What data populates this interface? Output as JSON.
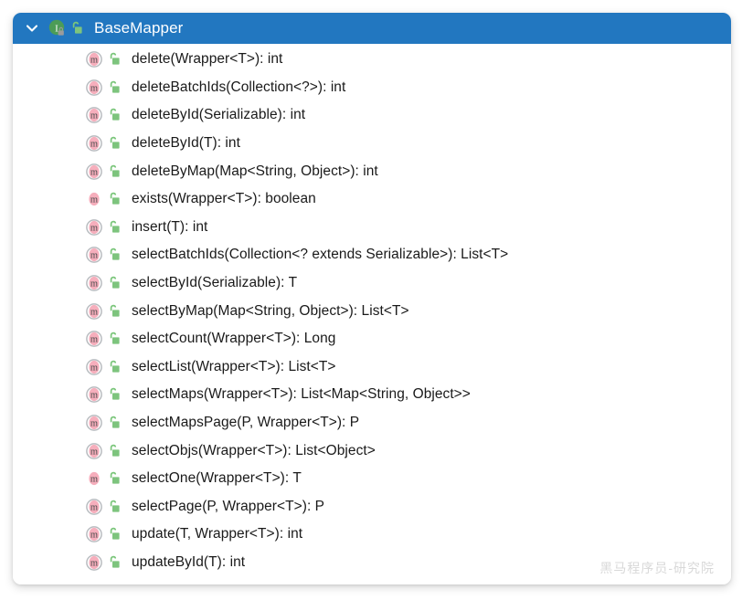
{
  "panel": {
    "header": {
      "title": "BaseMapper",
      "expand_icon": "chevron-down-icon",
      "type_icon": "interface-icon",
      "visibility_icon": "unlocked-padlock-icon",
      "background_color": "#2277c0",
      "text_color": "#ffffff"
    },
    "members": [
      {
        "icon": "method-icon",
        "modifier_icon": "unlocked-padlock-icon",
        "default": false,
        "signature": "delete(Wrapper<T>): int"
      },
      {
        "icon": "method-icon",
        "modifier_icon": "unlocked-padlock-icon",
        "default": false,
        "signature": "deleteBatchIds(Collection<?>): int"
      },
      {
        "icon": "method-icon",
        "modifier_icon": "unlocked-padlock-icon",
        "default": false,
        "signature": "deleteById(Serializable): int"
      },
      {
        "icon": "method-icon",
        "modifier_icon": "unlocked-padlock-icon",
        "default": false,
        "signature": "deleteById(T): int"
      },
      {
        "icon": "method-icon",
        "modifier_icon": "unlocked-padlock-icon",
        "default": false,
        "signature": "deleteByMap(Map<String, Object>): int"
      },
      {
        "icon": "method-icon",
        "modifier_icon": "unlocked-padlock-icon",
        "default": true,
        "signature": "exists(Wrapper<T>): boolean"
      },
      {
        "icon": "method-icon",
        "modifier_icon": "unlocked-padlock-icon",
        "default": false,
        "signature": "insert(T): int"
      },
      {
        "icon": "method-icon",
        "modifier_icon": "unlocked-padlock-icon",
        "default": false,
        "signature": "selectBatchIds(Collection<? extends Serializable>): List<T>"
      },
      {
        "icon": "method-icon",
        "modifier_icon": "unlocked-padlock-icon",
        "default": false,
        "signature": "selectById(Serializable): T"
      },
      {
        "icon": "method-icon",
        "modifier_icon": "unlocked-padlock-icon",
        "default": false,
        "signature": "selectByMap(Map<String, Object>): List<T>"
      },
      {
        "icon": "method-icon",
        "modifier_icon": "unlocked-padlock-icon",
        "default": false,
        "signature": "selectCount(Wrapper<T>): Long"
      },
      {
        "icon": "method-icon",
        "modifier_icon": "unlocked-padlock-icon",
        "default": false,
        "signature": "selectList(Wrapper<T>): List<T>"
      },
      {
        "icon": "method-icon",
        "modifier_icon": "unlocked-padlock-icon",
        "default": false,
        "signature": "selectMaps(Wrapper<T>): List<Map<String, Object>>"
      },
      {
        "icon": "method-icon",
        "modifier_icon": "unlocked-padlock-icon",
        "default": false,
        "signature": "selectMapsPage(P, Wrapper<T>): P"
      },
      {
        "icon": "method-icon",
        "modifier_icon": "unlocked-padlock-icon",
        "default": false,
        "signature": "selectObjs(Wrapper<T>): List<Object>"
      },
      {
        "icon": "method-icon",
        "modifier_icon": "unlocked-padlock-icon",
        "default": true,
        "signature": "selectOne(Wrapper<T>): T"
      },
      {
        "icon": "method-icon",
        "modifier_icon": "unlocked-padlock-icon",
        "default": false,
        "signature": "selectPage(P, Wrapper<T>): P"
      },
      {
        "icon": "method-icon",
        "modifier_icon": "unlocked-padlock-icon",
        "default": false,
        "signature": "update(T, Wrapper<T>): int"
      },
      {
        "icon": "method-icon",
        "modifier_icon": "unlocked-padlock-icon",
        "default": false,
        "signature": "updateById(T): int"
      }
    ]
  },
  "watermark": {
    "text": "黑马程序员-研究院"
  }
}
